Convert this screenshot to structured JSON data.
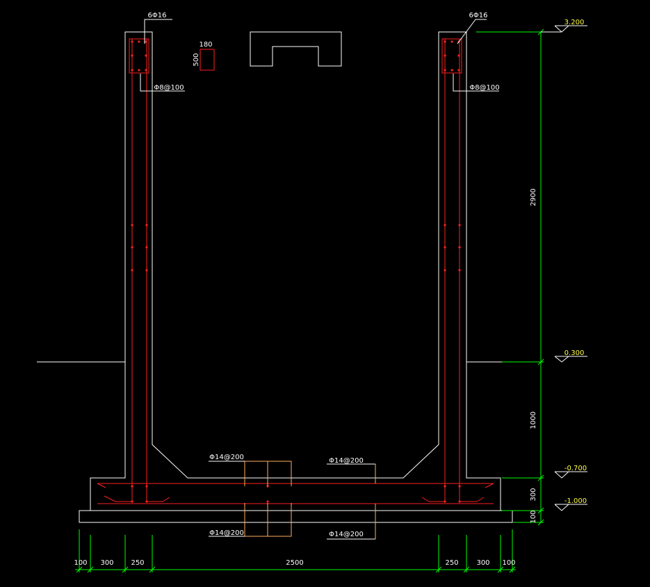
{
  "colors": {
    "background": "#000000",
    "outline": "#ffffff",
    "rebar": "#ff2020",
    "dimension": "#00ff00",
    "elevation_text": "#ffff40",
    "leader": "#ffffff",
    "hatch": "#ffb060"
  },
  "annotations": {
    "top_bar_left": "6Φ16",
    "top_bar_right": "6Φ16",
    "stirrup_left": "Φ8@100",
    "stirrup_right": "Φ8@100",
    "section_w": "180",
    "section_h": "500",
    "slab_top_left": "Φ14@200",
    "slab_top_right": "Φ14@200",
    "slab_bot_left": "Φ14@200",
    "slab_bot_right": "Φ14@200"
  },
  "elevations": {
    "top": "3.200",
    "ground": "0.300",
    "slab_top": "-0.700",
    "slab_bot": "-1.000"
  },
  "vertical_dims": {
    "wall_upper": "2900",
    "wall_lower": "1000",
    "slab": "300",
    "cushion": "100"
  },
  "horizontal_dims": [
    "100",
    "300",
    "250",
    "2500",
    "250",
    "300",
    "100"
  ]
}
